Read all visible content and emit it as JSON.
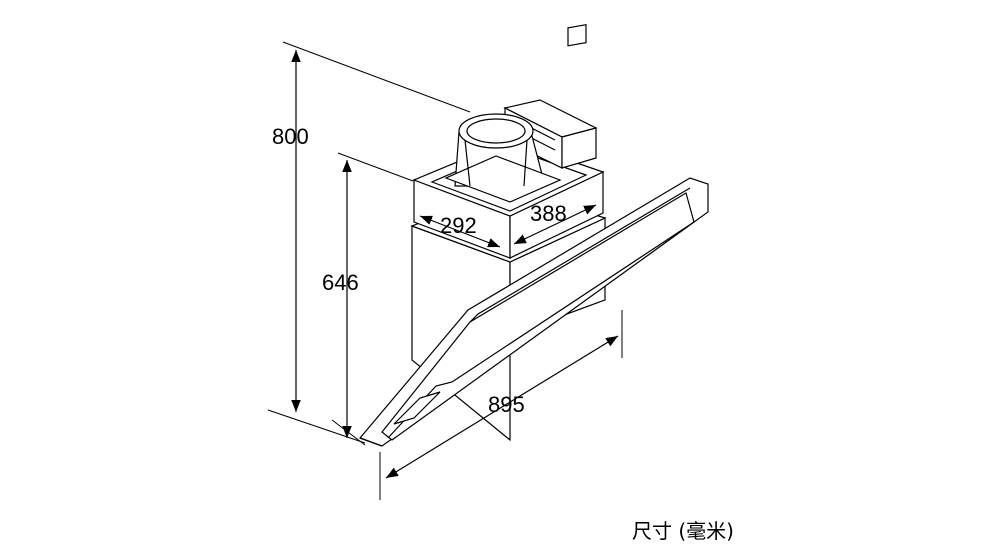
{
  "dimensions": {
    "height_total": "800",
    "height_chimney": "646",
    "chimney_width": "292",
    "chimney_depth": "388",
    "width": "895"
  },
  "caption": "尺寸 (毫米)",
  "colors": {
    "line": "#000000",
    "fill": "#ffffff",
    "glass": "#ffffff"
  }
}
